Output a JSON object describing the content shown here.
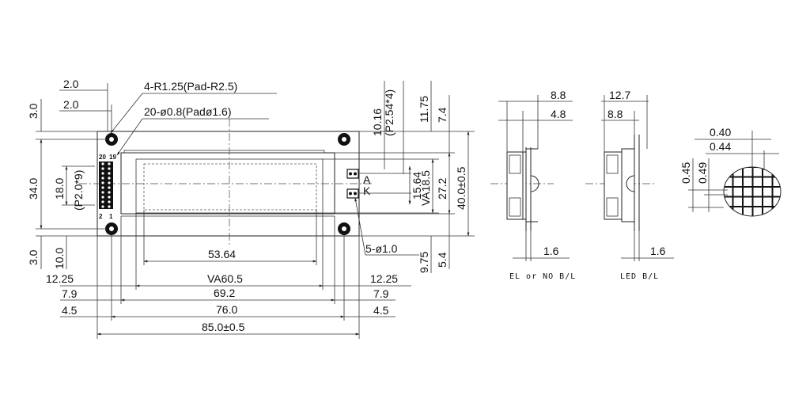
{
  "front": {
    "dim_hole_y": "3.0",
    "dim_height": "34.0",
    "dim_connector_span": "18.0",
    "dim_pitch": "(P2.0*9)",
    "dim_bottom_hole": "3.0",
    "dim_bottom_view": "10.0",
    "dim_top_left_a": "2.0",
    "dim_top_left_b": "2.0",
    "note_radius": "4-R1.25(Pad-R2.5)",
    "note_holes": "20-ø0.8(Padø1.6)",
    "pin_20": "20",
    "pin_19": "19",
    "pin_2": "2",
    "pin_1": "1",
    "dim_led_pitch_a": "10.16",
    "dim_led_pitch_b": "(P2.54*4)",
    "dim_right_top_a": "11.75",
    "dim_right_top_b": "7.4",
    "led_a": "A",
    "led_k": "K",
    "dim_char_area": "15.64",
    "dim_va_height": "VA18.5",
    "dim_bezel_height": "27.2",
    "dim_total_height": "40.0±0.5",
    "dim_led_pins": "5-ø1.0",
    "dim_right_bottom_a": "9.75",
    "dim_right_bottom_b": "5.4",
    "dim_char_width": "53.64",
    "dim_va_width": "VA60.5",
    "dim_bezel_width": "69.2",
    "dim_hole_span": "76.0",
    "dim_total_width": "85.0±0.5",
    "dim_left_1225": "12.25",
    "dim_left_79": "7.9",
    "dim_left_45": "4.5",
    "dim_right_1225": "12.25",
    "dim_right_79": "7.9",
    "dim_right_45": "4.5"
  },
  "side_el": {
    "dim_top_a": "8.8",
    "dim_top_b": "4.8",
    "dim_bottom": "1.6",
    "caption": "EL or NO B/L"
  },
  "side_led": {
    "dim_top_a": "12.7",
    "dim_top_b": "8.8",
    "dim_bottom": "1.6",
    "caption": "LED B/L"
  },
  "dot_detail": {
    "dim_pitch_x": "0.40",
    "dim_dot_x": "0.44",
    "dim_dot_y": "0.45",
    "dim_pitch_y": "0.49"
  }
}
